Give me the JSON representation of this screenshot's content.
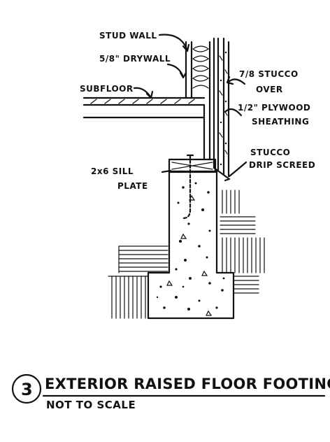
{
  "labels": {
    "stud_wall": "STUD WALL",
    "drywall": "5/8\" DRYWALL",
    "subfloor": "SUBFLOOR",
    "stucco_line1": "7/8 STUCCO",
    "stucco_line2": "OVER",
    "plywood_line1": "1/2\" PLYWOOD",
    "plywood_line2": "SHEATHING",
    "screed_line1": "STUCCO",
    "screed_line2": "DRIP SCREED",
    "sill_line1": "2x6 SILL",
    "sill_line2": "PLATE"
  },
  "caption": {
    "number": "3",
    "title": "EXTERIOR RAISED FLOOR FOOTING",
    "subtitle": "NOT TO SCALE"
  },
  "icons": [
    "insulation-batt-icon",
    "soil-hatch-icon",
    "concrete-aggregate-icon",
    "leader-arrow-icon"
  ]
}
